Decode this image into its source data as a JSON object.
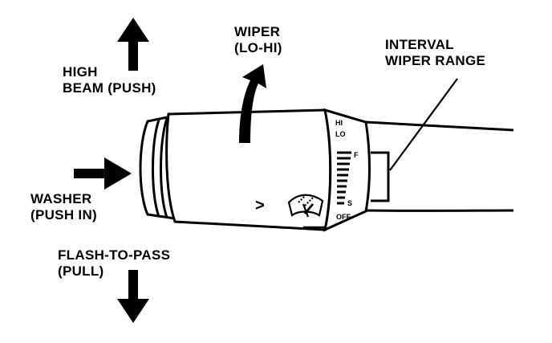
{
  "labels": {
    "high_beam_1": "HIGH",
    "high_beam_2": "BEAM (PUSH)",
    "wiper_1": "WIPER",
    "wiper_2": "(LO-HI)",
    "interval_1": "INTERVAL",
    "interval_2": "WIPER RANGE",
    "washer_1": "WASHER",
    "washer_2": "(PUSH IN)",
    "flash_1": "FLASH-TO-PASS",
    "flash_2": "(PULL)"
  },
  "scale": {
    "hi": "HI",
    "lo": "LO",
    "f": "F",
    "s": "S",
    "off": "OFF"
  },
  "pointer_symbol": ">"
}
